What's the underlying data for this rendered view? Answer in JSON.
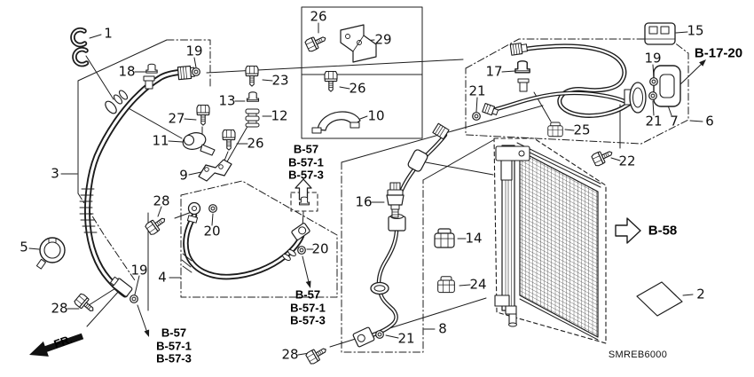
{
  "diagram": {
    "code": "SMREB6000",
    "fr_label": "FR.",
    "colors": {
      "line": "#1c1c1c",
      "background": "#ffffff",
      "label": "#111111"
    },
    "callouts": [
      {
        "text": "1"
      },
      {
        "text": "18"
      },
      {
        "text": "19"
      },
      {
        "text": "3"
      },
      {
        "text": "23"
      },
      {
        "text": "13"
      },
      {
        "text": "12"
      },
      {
        "text": "27"
      },
      {
        "text": "11"
      },
      {
        "text": "26"
      },
      {
        "text": "9"
      },
      {
        "text": "26"
      },
      {
        "text": "29"
      },
      {
        "text": "26"
      },
      {
        "text": "10"
      },
      {
        "text": "17"
      },
      {
        "text": "21"
      },
      {
        "text": "15"
      },
      {
        "text": "19"
      },
      {
        "text": "25"
      },
      {
        "text": "21"
      },
      {
        "text": "7"
      },
      {
        "text": "6"
      },
      {
        "text": "22"
      },
      {
        "text": "16"
      },
      {
        "text": "14"
      },
      {
        "text": "24"
      },
      {
        "text": "8"
      },
      {
        "text": "21"
      },
      {
        "text": "28"
      },
      {
        "text": "20"
      },
      {
        "text": "20"
      },
      {
        "text": "4"
      },
      {
        "text": "28"
      },
      {
        "text": "28"
      },
      {
        "text": "19"
      },
      {
        "text": "5"
      },
      {
        "text": "2"
      }
    ],
    "references": {
      "b17_20": "B-17-20",
      "b58": "B-58",
      "b57_lines": [
        "B-57",
        "B-57-1",
        "B-57-3"
      ]
    }
  }
}
